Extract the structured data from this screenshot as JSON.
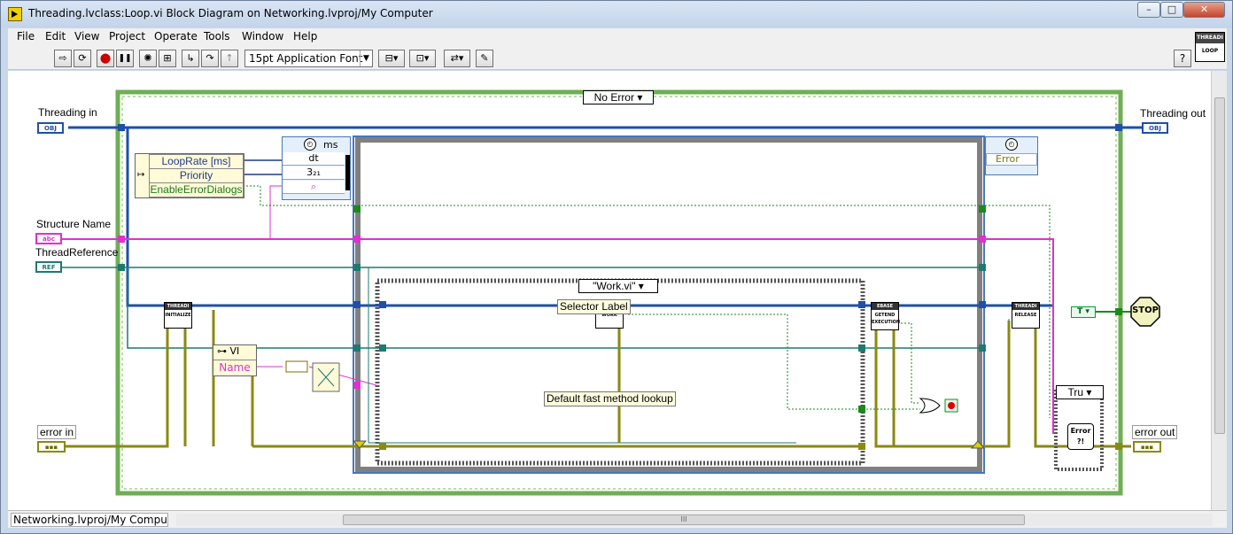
{
  "window": {
    "title": "Threading.lvclass:Loop.vi Block Diagram on Networking.lvproj/My Computer",
    "controls": {
      "minimize": "–",
      "maximize": "□",
      "close": "✕"
    }
  },
  "menu": [
    "File",
    "Edit",
    "View",
    "Project",
    "Operate",
    "Tools",
    "Window",
    "Help"
  ],
  "toolbar": {
    "font_select": "15pt Application Font",
    "buttons": [
      {
        "name": "run-arrow-icon",
        "glyph": "⇨"
      },
      {
        "name": "run-continuously-icon",
        "glyph": "⟳"
      },
      {
        "name": "abort-icon",
        "glyph": "⬤"
      },
      {
        "name": "pause-icon",
        "glyph": "❚❚"
      },
      {
        "name": "highlight-execution-icon",
        "glyph": "✺"
      },
      {
        "name": "retain-wire-values-icon",
        "glyph": "⊞"
      },
      {
        "name": "step-into-icon",
        "glyph": "↳"
      },
      {
        "name": "step-over-icon",
        "glyph": "↷"
      },
      {
        "name": "step-out-icon",
        "glyph": "↑"
      }
    ],
    "help": "?"
  },
  "vi_icon": {
    "top": "THREADI",
    "bottom": "LOOP"
  },
  "diagram": {
    "case_structure_selector": "No Error",
    "inner_case_selector": "\"Work.vi\"",
    "false_case_selector": "Tru",
    "controls": {
      "threading_in": "Threading in",
      "threading_out": "Threading out",
      "structure_name": "Structure Name",
      "thread_reference": "ThreadReference",
      "error_in": "error in",
      "error_out": "error out"
    },
    "terminal_glyphs": {
      "obj": "OBJ",
      "str": "abc",
      "ref": "REF",
      "err": "▪▪▪"
    },
    "unbundle": [
      "LoopRate [ms]",
      "Priority",
      "EnableErrorDialogs"
    ],
    "timed_loop_left": {
      "header": "ms",
      "rows": [
        "dt",
        "3₂₁",
        "⌕"
      ]
    },
    "timed_loop_right": {
      "row": "Error"
    },
    "subvis": {
      "initialize": {
        "head": "THREADI",
        "body": "INITIALIZE"
      },
      "work": {
        "head": "",
        "body": "WORK"
      },
      "release": {
        "head": "THREADI",
        "body": "RELEASE"
      },
      "get_end": {
        "head": "EBASE",
        "body": "GETEND EXECUTION"
      }
    },
    "vi_ref_node": "VI",
    "vi_ref_property": "Name",
    "selector_label_tip": "Selector Label",
    "default_method_tip": "Default fast method lookup",
    "bool_constant": "T",
    "stop_label": "STOP",
    "error_dialog_glyph": "Error ?!"
  },
  "status": {
    "path": "Networking.lvproj/My Computer",
    "scroll_grip": "III"
  },
  "colors": {
    "class_wire": "#1f4fa8",
    "string_wire": "#e030d0",
    "ref_wire": "#1e7a70",
    "error_wire": "#8a8a10",
    "structure_frame": "#6fae55",
    "timed_loop_frame": "#4876b8"
  }
}
